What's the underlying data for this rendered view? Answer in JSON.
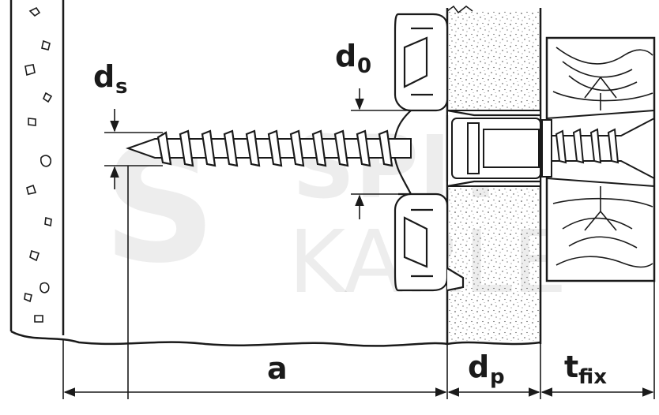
{
  "labels": {
    "ds": {
      "main": "d",
      "sub": "s"
    },
    "d0": {
      "main": "d",
      "sub": "0"
    },
    "a": {
      "main": "a"
    },
    "dp": {
      "main": "d",
      "sub": "p"
    },
    "tfix": {
      "main": "t",
      "sub": "fix"
    }
  },
  "watermark": {
    "line1": "SPIT",
    "line2": "KARLE",
    "logo": "S"
  },
  "colors": {
    "line": "#1a1a1a",
    "background": "#ffffff",
    "watermark": "#000000"
  }
}
